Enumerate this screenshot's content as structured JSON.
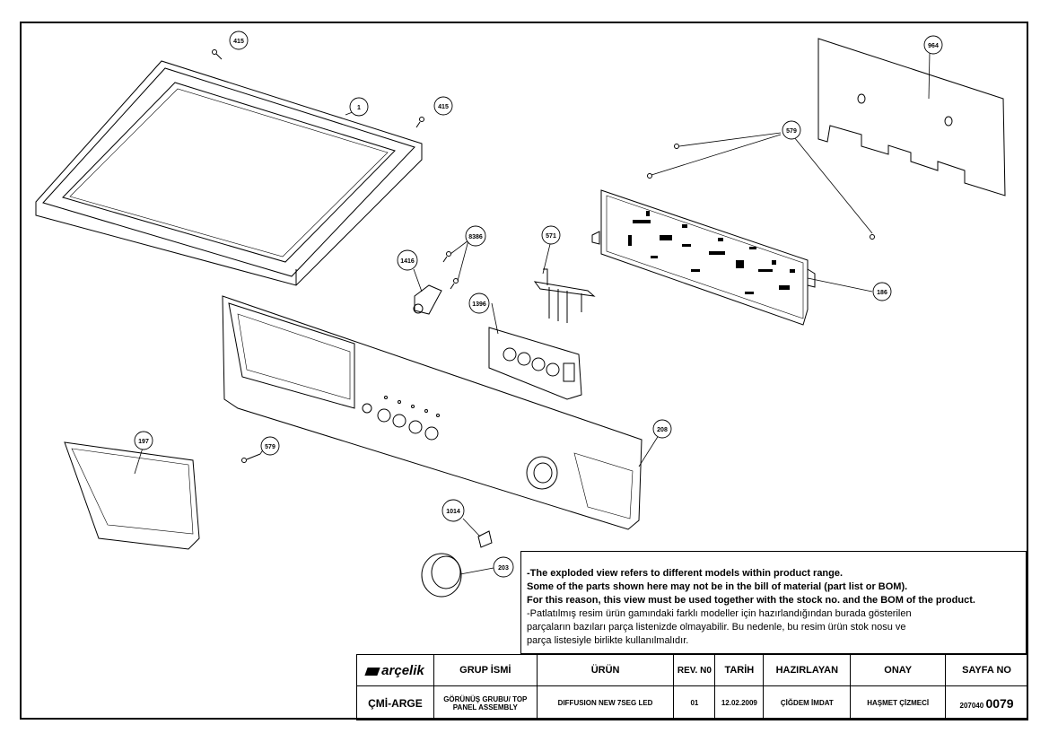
{
  "callouts": {
    "c415a": "415",
    "c1": "1",
    "c415b": "415",
    "c964": "964",
    "c579a": "579",
    "c571": "571",
    "c8386": "8386",
    "c1416": "1416",
    "c1396": "1396",
    "c186": "186",
    "c208": "208",
    "c197": "197",
    "c579b": "579",
    "c1014": "1014",
    "c203": "203"
  },
  "note": {
    "en": [
      "-The exploded view refers to different models within product range.",
      " Some of the parts shown here may not be in the bill of material (part list or BOM).",
      " For this reason, this view must be used together with the stock no. and the BOM of the product."
    ],
    "tr": [
      "-Patlatılmış resim ürün gamındaki farklı modeller için hazırlandığından burada gösterilen",
      " parçaların bazıları parça listenizde olmayabilir. Bu nedenle, bu resim ürün stok nosu ve",
      " parça listesiyle birlikte kullanılmalıdır."
    ]
  },
  "titleblock": {
    "logo": "arçelik",
    "grup_header": "GRUP İSMİ",
    "urun_header": "ÜRÜN",
    "rev_header": "REV. N0",
    "tarih_header": "TARİH",
    "hazirlayan_header": "HAZIRLAYAN",
    "onay_header": "ONAY",
    "sayfa_header": "SAYFA NO",
    "dept": "ÇMİ-ARGE",
    "grup_value": "GÖRÜNÜŞ GRUBU/ TOP PANEL ASSEMBLY",
    "urun_value": "DIFFUSION NEW 7SEG LED",
    "rev_value": "01",
    "tarih_value": "12.02.2009",
    "hazirlayan_value": "ÇİĞDEM İMDAT",
    "onay_value": "HAŞMET ÇİZMECİ",
    "sayfa_prefix": "207040",
    "sayfa_number": "0079"
  }
}
